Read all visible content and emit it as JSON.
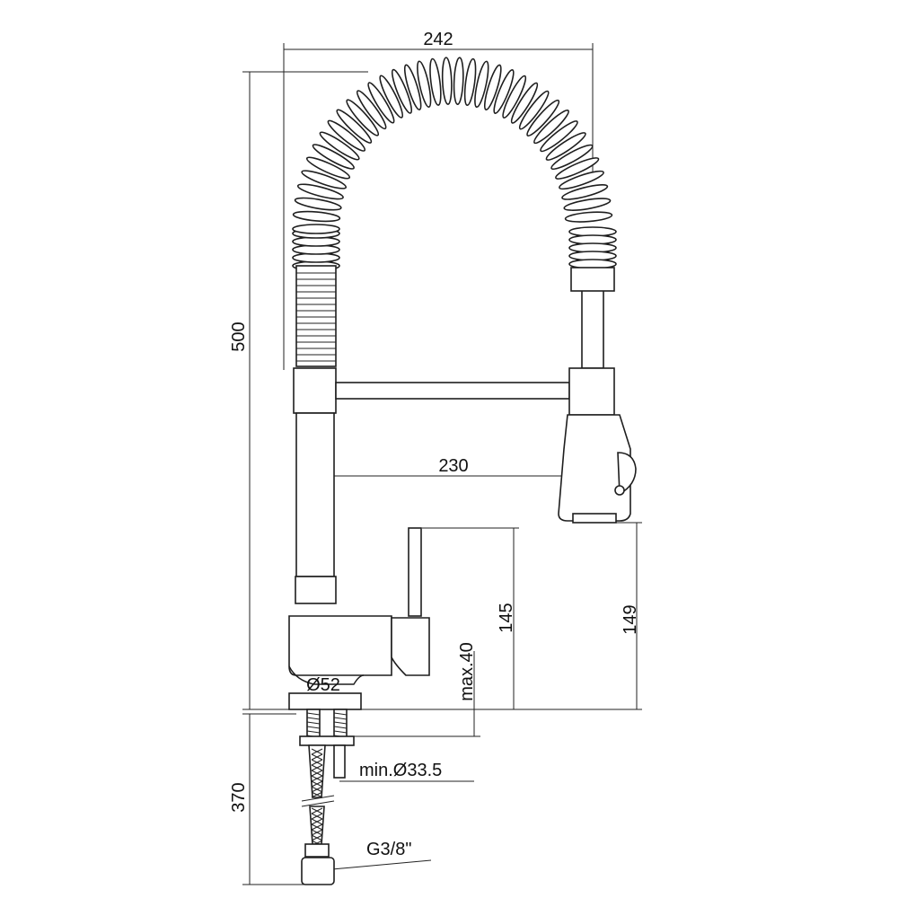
{
  "dimensions": {
    "overall_width": "242",
    "overall_height": "500",
    "spout_reach": "230",
    "handle_height": "145",
    "spray_height": "149",
    "max_deck_thickness": "max.40",
    "base_diameter": "Ø52",
    "hole_diameter": "min.Ø33.5",
    "hose_length": "370",
    "connection_thread": "G3/8\""
  }
}
